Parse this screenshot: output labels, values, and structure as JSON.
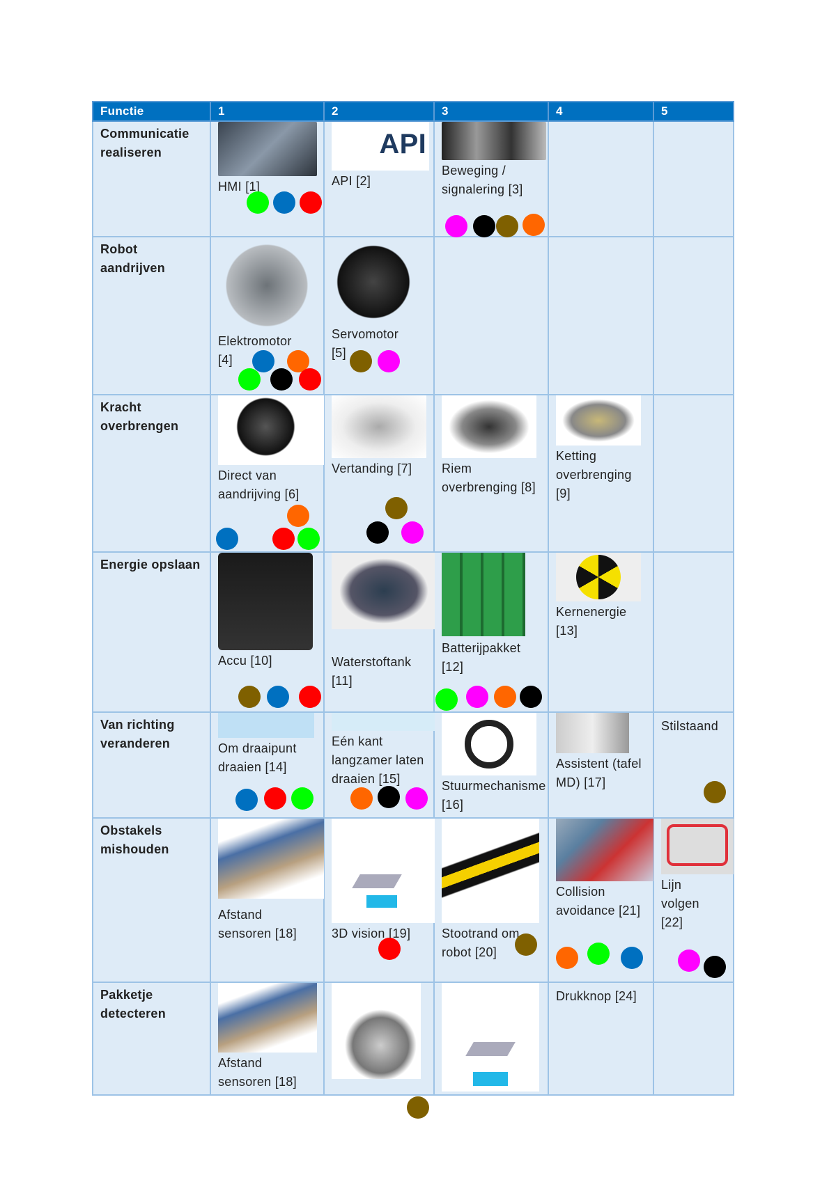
{
  "colors": {
    "green": "#00ff00",
    "blue": "#0070c0",
    "red": "#ff0000",
    "magenta": "#ff00ff",
    "black": "#000000",
    "brown": "#7f6000",
    "orange": "#ff6600",
    "header": "#0070c0",
    "cell": "#deebf7"
  },
  "header": [
    "Functie",
    "1",
    "2",
    "3",
    "4",
    "5"
  ],
  "rows": [
    {
      "functie": "Communicatie realiseren",
      "cells": [
        "HMI [1]",
        "API [2]",
        "Beweging / signalering [3]",
        "",
        ""
      ]
    },
    {
      "functie": "Robot aandrijven",
      "cells": [
        "Elektromotor [4]",
        "Servomotor [5]",
        "",
        "",
        ""
      ]
    },
    {
      "functie": "Kracht overbrengen",
      "cells": [
        "Direct van aandrijving [6]",
        "Vertanding [7]",
        "Riem overbrenging [8]",
        "Ketting overbrenging [9]",
        ""
      ]
    },
    {
      "functie": "Energie opslaan",
      "cells": [
        "Accu [10]",
        "Waterstoftank [11]",
        "Batterijpakket [12]",
        "Kernenergie [13]",
        ""
      ]
    },
    {
      "functie": "Van richting veranderen",
      "cells": [
        "Om draaipunt draaien [14]",
        "Eén kant langzamer laten draaien [15]",
        "Stuurmechanisme [16]",
        "Assistent (tafel MD) [17]",
        "Stilstaand"
      ]
    },
    {
      "functie": "Obstakels mishouden",
      "cells": [
        "Afstand sensoren [18]",
        "3D vision [19]",
        "Stootrand om robot [20]",
        "Collision avoidance [21]",
        "Lijn volgen [22]"
      ]
    },
    {
      "functie": "Pakketje detecteren",
      "cells": [
        "Afstand sensoren [18]",
        "",
        "",
        "Drukknop [24]",
        ""
      ]
    }
  ],
  "api_logo": "API"
}
